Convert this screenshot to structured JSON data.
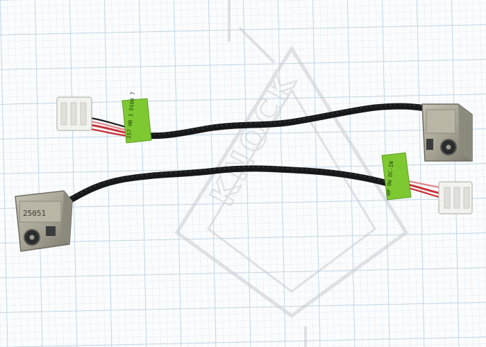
{
  "photo": {
    "subject": "two DC power jack cables on graph paper",
    "colors": {
      "paper": "#fbfcfd",
      "grid_minor": "#d7e6f0",
      "grid_major": "#a9c7dc",
      "cable": "#16181a",
      "cable_highlight": "#3a3d40",
      "jack_metal": "#a8a596",
      "jack_metal_dark": "#7a786c",
      "jack_socket": "#2b2c2d",
      "tape_green": "#7ec832",
      "connector_white": "#f2f2ef",
      "wire_red": "#c8323a",
      "wire_pink": "#e08a8f",
      "watermark": "#c9ccd0"
    }
  },
  "labels": {
    "jack_left_stamp": "25051",
    "tape_top_text": "257 HB 1 D100 7",
    "tape_bottom_text": "HP 9W DC-IN"
  },
  "watermark": {
    "text": "KNOCK"
  }
}
